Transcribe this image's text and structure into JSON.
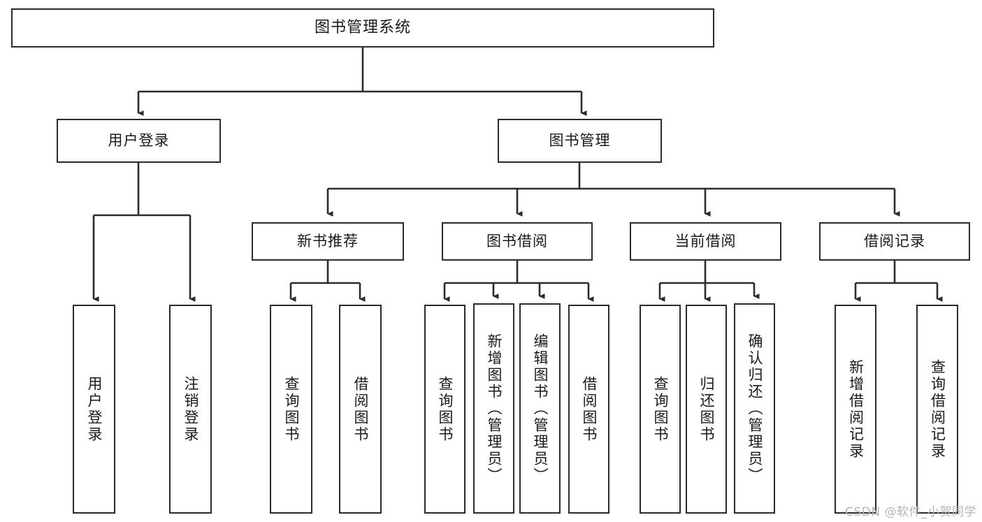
{
  "diagram": {
    "type": "tree-hierarchy-chart",
    "title": "图书管理系统",
    "watermark": "CSDN @软件_小贺同学",
    "colors": {
      "box_border": "#2b2b2b",
      "box_fill": "#ffffff",
      "connector": "#2b2b2b",
      "text": "#1a1a1a",
      "watermark": "#b5b5b5"
    },
    "levels": {
      "root": {
        "label": "图书管理系统"
      },
      "level2": [
        {
          "id": "user-login",
          "label": "用户登录"
        },
        {
          "id": "book-management",
          "label": "图书管理"
        }
      ],
      "level3": [
        {
          "id": "new-book-recommend",
          "label": "新书推荐",
          "parent": "book-management"
        },
        {
          "id": "book-borrow",
          "label": "图书借阅",
          "parent": "book-management"
        },
        {
          "id": "current-borrow",
          "label": "当前借阅",
          "parent": "book-management"
        },
        {
          "id": "borrow-record",
          "label": "借阅记录",
          "parent": "book-management"
        }
      ],
      "leaves": [
        {
          "id": "leaf-user-login",
          "label": "用户登录",
          "parent": "user-login"
        },
        {
          "id": "leaf-logout-login",
          "label": "注销登录",
          "parent": "user-login"
        },
        {
          "id": "leaf-query-book-1",
          "label": "查询图书",
          "parent": "new-book-recommend"
        },
        {
          "id": "leaf-borrow-book-1",
          "label": "借阅图书",
          "parent": "new-book-recommend"
        },
        {
          "id": "leaf-query-book-2",
          "label": "查询图书",
          "parent": "book-borrow"
        },
        {
          "id": "leaf-add-book",
          "label": "新增图书（管理员）",
          "parent": "book-borrow"
        },
        {
          "id": "leaf-edit-book",
          "label": "编辑图书（管理员）",
          "parent": "book-borrow"
        },
        {
          "id": "leaf-borrow-book-2",
          "label": "借阅图书",
          "parent": "book-borrow"
        },
        {
          "id": "leaf-query-book-3",
          "label": "查询图书",
          "parent": "current-borrow"
        },
        {
          "id": "leaf-return-book",
          "label": "归还图书",
          "parent": "current-borrow"
        },
        {
          "id": "leaf-confirm-return",
          "label": "确认归还（管理员）",
          "parent": "current-borrow"
        },
        {
          "id": "leaf-add-record",
          "label": "新增借阅记录",
          "parent": "borrow-record"
        },
        {
          "id": "leaf-query-record",
          "label": "查询借阅记录",
          "parent": "borrow-record"
        }
      ]
    }
  }
}
